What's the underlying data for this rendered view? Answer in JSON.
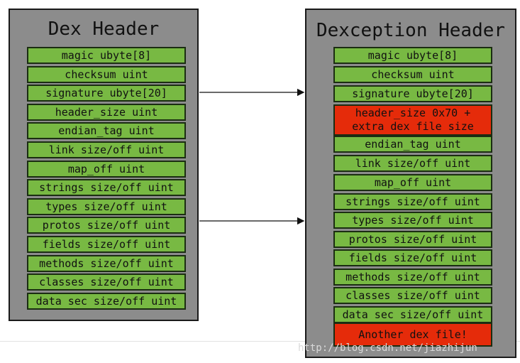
{
  "dex": {
    "title": "Dex Header",
    "fields": [
      "magic ubyte[8]",
      "checksum uint",
      "signature ubyte[20]",
      "header_size uint",
      "endian_tag uint",
      "link size/off uint",
      "map_off uint",
      "strings size/off uint",
      "types size/off uint",
      "protos size/off uint",
      "fields size/off uint",
      "methods size/off uint",
      "classes size/off uint",
      "data sec size/off uint"
    ]
  },
  "dexception": {
    "title": "Dexception Header",
    "fields": [
      {
        "text": "magic ubyte[8]",
        "color": "#78b943"
      },
      {
        "text": "checksum uint",
        "color": "#78b943"
      },
      {
        "text": "signature ubyte[20]",
        "color": "#78b943"
      },
      {
        "text": "header_size 0x70 +\nextra dex file size",
        "color": "#e52b0a"
      },
      {
        "text": "endian_tag uint",
        "color": "#78b943"
      },
      {
        "text": "link size/off uint",
        "color": "#78b943"
      },
      {
        "text": "map_off uint",
        "color": "#78b943"
      },
      {
        "text": "strings size/off uint",
        "color": "#78b943"
      },
      {
        "text": "types size/off uint",
        "color": "#78b943"
      },
      {
        "text": "protos size/off uint",
        "color": "#78b943"
      },
      {
        "text": "fields size/off uint",
        "color": "#78b943"
      },
      {
        "text": "methods size/off uint",
        "color": "#78b943"
      },
      {
        "text": "classes size/off uint",
        "color": "#78b943"
      },
      {
        "text": "data sec size/off uint",
        "color": "#78b943"
      },
      {
        "text": "Another dex file!",
        "color": "#e52b0a"
      }
    ]
  },
  "watermark": "http://blog.csdn.net/jiazhijun",
  "colors": {
    "panel": "#8c8c8c",
    "field_green": "#78b943",
    "field_red": "#e52b0a",
    "border": "#1a1a1a"
  }
}
